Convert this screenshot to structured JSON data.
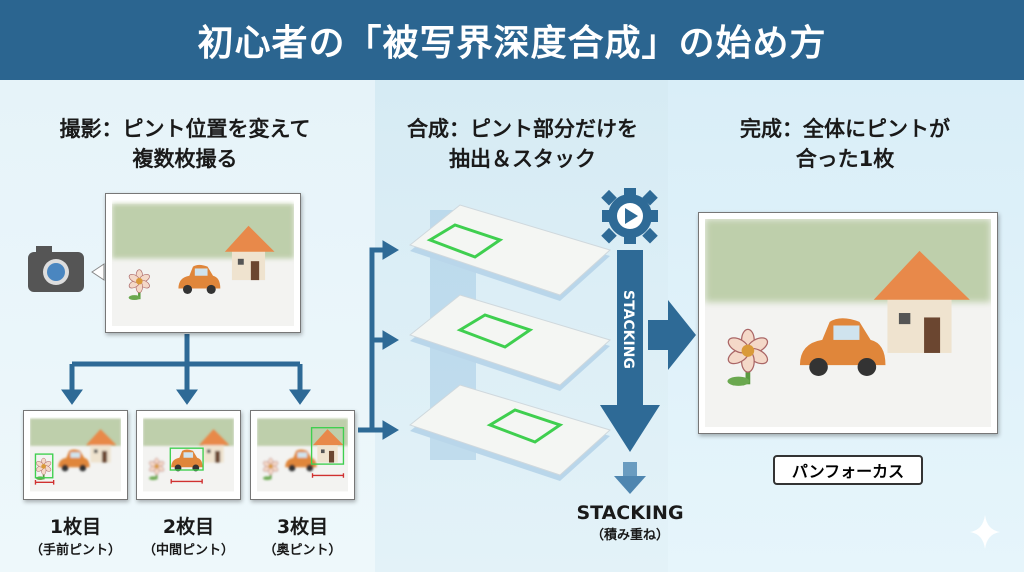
{
  "title": "初心者の「被写界深度合成」の始め方",
  "columns": [
    {
      "heading_line1": "撮影：ピント位置を変えて",
      "heading_line2": "複数枚撮る"
    },
    {
      "heading_line1": "合成：ピント部分だけを",
      "heading_line2": "抽出＆スタック"
    },
    {
      "heading_line1": "完成：全体にピントが",
      "heading_line2": "合った1枚"
    }
  ],
  "shots": [
    {
      "label": "1枚目",
      "sub": "（手前ピント）"
    },
    {
      "label": "2枚目",
      "sub": "（中間ピント）"
    },
    {
      "label": "3枚目",
      "sub": "（奥ピント）"
    }
  ],
  "stacking_vertical": "STACKING",
  "stacking_label": "STACKING",
  "stacking_sub": "（積み重ね）",
  "result_badge": "パンフォーカス",
  "colors": {
    "title_bg": "#2b6590",
    "arrow": "#2e6a96",
    "focus": "#3fcf4f",
    "measure": "#d03030"
  }
}
